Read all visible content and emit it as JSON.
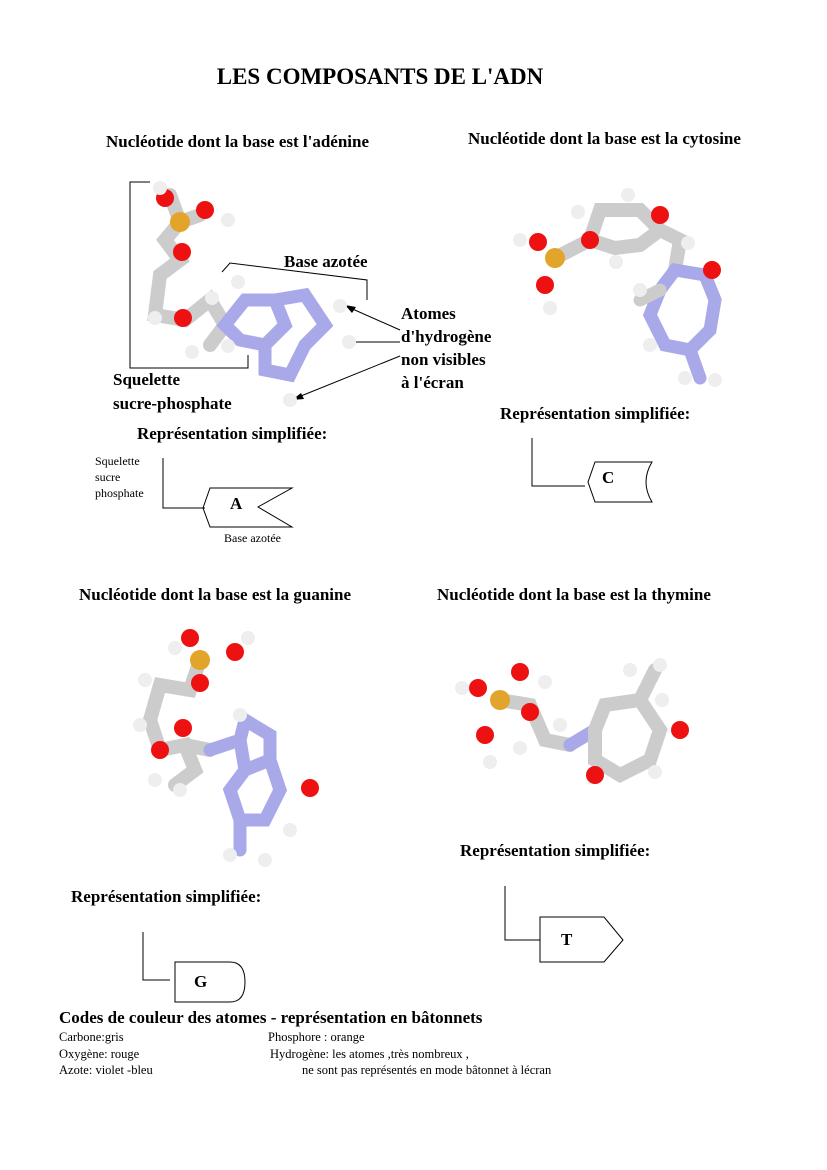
{
  "title": "LES COMPOSANTS DE L'ADN",
  "panels": {
    "adenine": {
      "heading": "Nucléotide dont la base est l'adénine",
      "base_label": "Base azotée",
      "h_note": [
        "Atomes",
        "d'hydrogène",
        "non visibles",
        "à l'écran"
      ],
      "skeleton_label": [
        "Squelette",
        "sucre-phosphate"
      ],
      "simplified_heading": "Représentation simplifiée:",
      "simple_skeleton": [
        "Squelette",
        "sucre",
        "phosphate"
      ],
      "simple_letter": "A",
      "simple_base": "Base azotée"
    },
    "cytosine": {
      "heading": "Nucléotide dont la base est la cytosine",
      "simplified_heading": "Représentation simplifiée:",
      "simple_letter": "C"
    },
    "guanine": {
      "heading": "Nucléotide dont la base est la guanine",
      "simplified_heading": "Représentation simplifiée:",
      "simple_letter": "G"
    },
    "thymine": {
      "heading": "Nucléotide dont la base est la thymine",
      "simplified_heading": "Représentation simplifiée:",
      "simple_letter": "T"
    }
  },
  "legend": {
    "heading": "Codes de couleur des atomes - représentation en bâtonnets",
    "carbon": "Carbone:gris",
    "phosphorus": "Phosphore : orange",
    "oxygen": "Oxygène: rouge",
    "hydrogen": "Hydrogène: les atomes ,très nombreux ,",
    "nitrogen": "Azote: violet -bleu",
    "hydrogen_cont": "ne sont pas représentés en mode bâtonnet à lécran"
  },
  "colors": {
    "carbon": "#bdbdbd",
    "oxygen": "#ee1111",
    "phosphorus": "#e0a020",
    "nitrogen": "#8f8fe0",
    "hydrogen": "#f2f2f2"
  }
}
